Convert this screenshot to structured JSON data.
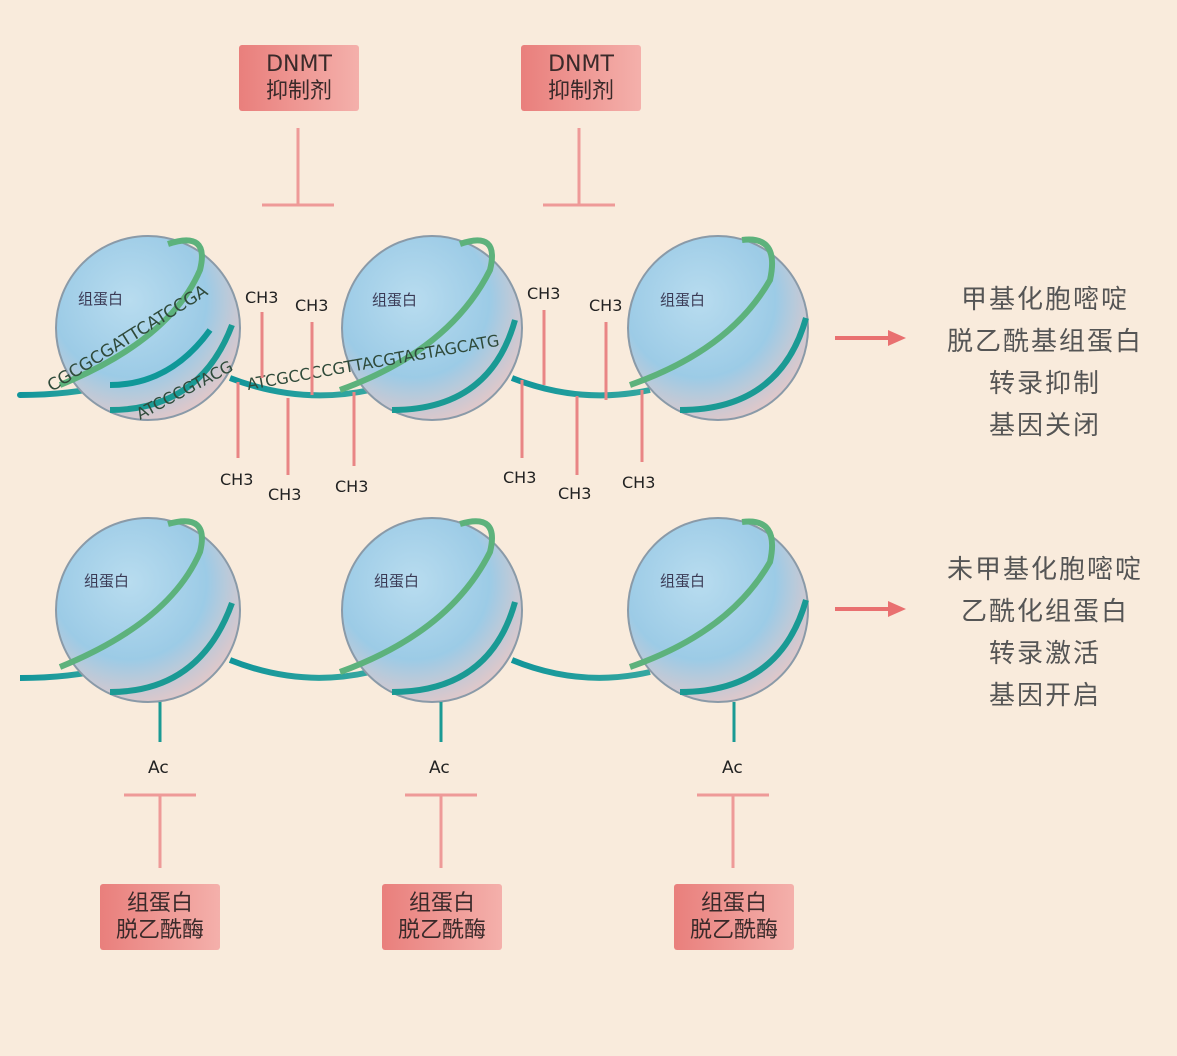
{
  "top_row": {
    "inhibitor_boxes": [
      {
        "line1": "DNMT",
        "line2": "抑制剂"
      },
      {
        "line1": "DNMT",
        "line2": "抑制剂"
      }
    ],
    "histone_labels": [
      "组蛋白",
      "组蛋白",
      "组蛋白"
    ],
    "dna_sequences": [
      "CGCGCGATTCATCCGA",
      "ATCCCGTACG",
      "ATCGCCCCGTTACGTAGTAGCATG"
    ],
    "methyl_label": "CH3",
    "outcome": [
      "甲基化胞嘧啶",
      "脱乙酰基组蛋白",
      "转录抑制",
      "基因关闭"
    ]
  },
  "bottom_row": {
    "histone_labels": [
      "组蛋白",
      "组蛋白",
      "组蛋白"
    ],
    "acetyl_label": "Ac",
    "enzyme_boxes": [
      {
        "line1": "组蛋白",
        "line2": "脱乙酰酶"
      },
      {
        "line1": "组蛋白",
        "line2": "脱乙酰酶"
      },
      {
        "line1": "组蛋白",
        "line2": "脱乙酰酶"
      }
    ],
    "outcome": [
      "未甲基化胞嘧啶",
      "乙酰化组蛋白",
      "转录激活",
      "基因开启"
    ]
  },
  "colors": {
    "background": "#f9ebdc",
    "histone_fill": "#9fcfe8",
    "dna_strand": "#1f9aa0",
    "dna_wrap": "#5fb27c",
    "marker_line": "#e98585",
    "inhibitor_box": "#ec8f8c",
    "arrow": "#e97070"
  }
}
